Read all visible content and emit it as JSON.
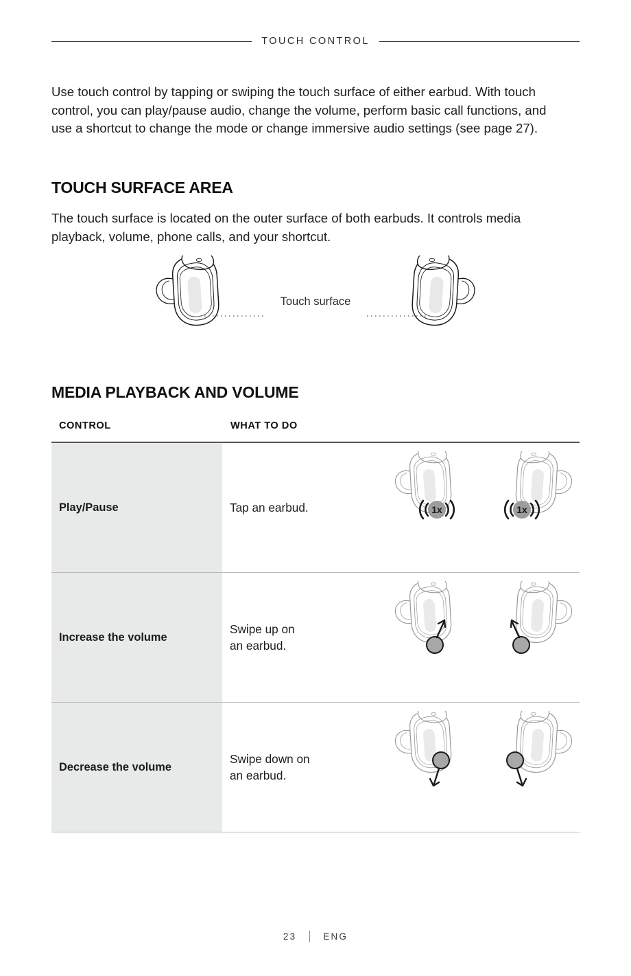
{
  "running_head": {
    "title": "TOUCH CONTROL"
  },
  "intro": {
    "text": "Use touch control by tapping or swiping the touch surface of either earbud. With touch control, you can play/pause audio, change the volume, perform basic call functions, and use a shortcut to change the mode or change immersive audio settings (see page 27)."
  },
  "touch_surface_section": {
    "heading": "TOUCH SURFACE AREA",
    "body": "The touch surface is located on the outer surface of both earbuds. It controls media playback, volume, phone calls, and your shortcut.",
    "figure_label": "Touch surface"
  },
  "media_section": {
    "heading": "MEDIA PLAYBACK AND VOLUME",
    "columns": [
      "CONTROL",
      "WHAT TO DO"
    ],
    "rows": [
      {
        "control": "Play/Pause",
        "what_to_do": "Tap an earbud.",
        "gesture": "tap",
        "badge": "1x"
      },
      {
        "control": "Increase the volume",
        "what_to_do": "Swipe up on\nan earbud.",
        "gesture": "swipe-up",
        "badge": ""
      },
      {
        "control": "Decrease the volume",
        "what_to_do": "Swipe down on\nan earbud.",
        "gesture": "swipe-down",
        "badge": ""
      }
    ]
  },
  "footer": {
    "page_number": "23",
    "language": "ENG"
  },
  "colors": {
    "rule": "#3a3a3a",
    "table_rule": "#555555",
    "row_divider": "#b9b9b9",
    "control_cell_bg": "#e8e9e9",
    "text": "#1e1e1e",
    "art_outline": "#9a9a9a",
    "art_outline_dark": "#1a1a1a",
    "touch_pad_fill": "#e8e8e8",
    "marker_fill": "#a8a8a8"
  }
}
